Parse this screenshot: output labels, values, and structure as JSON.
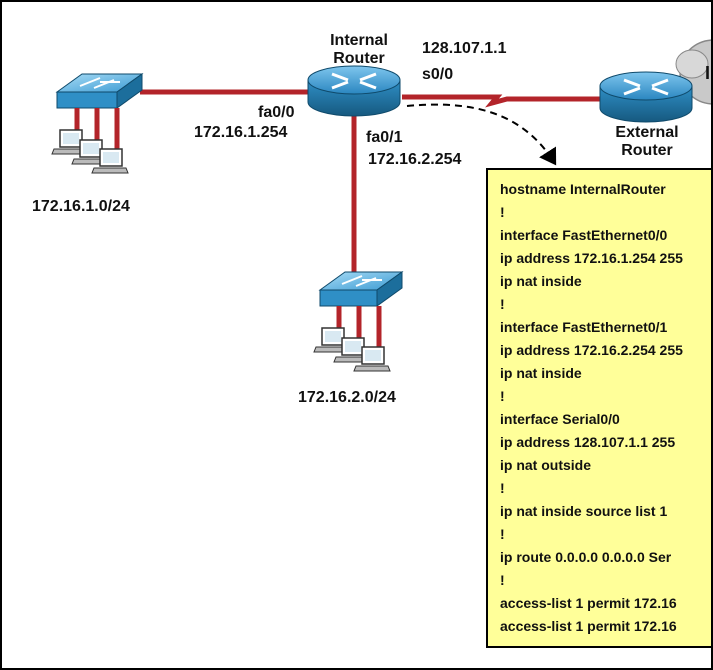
{
  "routers": {
    "internal": {
      "name_line1": "Internal",
      "name_line2": "Router"
    },
    "external": {
      "name_line1": "External",
      "name_line2": "Router"
    },
    "isp_partial": "I"
  },
  "interfaces": {
    "fa0_0_name": "fa0/0",
    "fa0_0_ip": "172.16.1.254",
    "fa0_1_name": "fa0/1",
    "fa0_1_ip": "172.16.2.254",
    "s0_0_ip": "128.107.1.1",
    "s0_0_name": "s0/0"
  },
  "networks": {
    "lan1": "172.16.1.0/24",
    "lan2": "172.16.2.0/24"
  },
  "config_lines": [
    "hostname InternalRouter",
    "!",
    "interface FastEthernet0/0",
    " ip address 172.16.1.254 255",
    " ip nat inside",
    "!",
    "interface FastEthernet0/1",
    " ip address 172.16.2.254 255",
    " ip nat inside",
    "!",
    "interface Serial0/0",
    " ip address 128.107.1.1 255",
    " ip nat outside",
    "!",
    "ip nat inside source list 1",
    "!",
    "ip route 0.0.0.0 0.0.0.0 Ser",
    "!",
    "access-list 1 permit 172.16",
    "access-list 1 permit 172.16"
  ],
  "colors": {
    "link": "#b3242a",
    "device_blue": "#2f8fc6",
    "config_bg": "#ffff99"
  }
}
